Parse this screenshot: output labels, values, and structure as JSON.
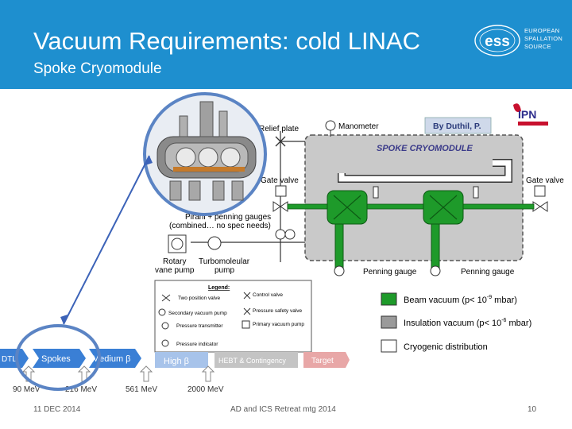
{
  "header": {
    "title": "Vacuum Requirements: cold LINAC",
    "subtitle": "Spoke Cryomodule",
    "logo": {
      "text_lines": [
        "EUROPEAN",
        "SPALLATION",
        "SOURCE"
      ],
      "mark": "ess"
    }
  },
  "diagram": {
    "credit": "By Duthil, P.",
    "ipn_logo": "IPN",
    "cryomodule_label": "SPOKE CRYOMODULE",
    "labels": {
      "relief_plate": "Relief plate",
      "manometer": "Manometer",
      "gate_valve_left": "Gate valve",
      "gate_valve_right": "Gate valve",
      "pirani_line1": "Pirani + penning gauges",
      "pirani_line2": "(combined… no spec needs)",
      "rotary_line1": "Rotary",
      "rotary_line2": "vane pump",
      "turbo_line1": "Turbomoleular",
      "turbo_line2": "pump",
      "penning_left": "Penning gauge",
      "penning_right": "Penning gauge"
    },
    "legend": {
      "title": "Legend:",
      "items": [
        "Two position valve",
        "Control valve",
        "Secondary vacuum pump",
        "Pressure safety valve",
        "Pressure transmitter",
        "Primary vacuum pump",
        "Pressure indicator"
      ]
    },
    "color_key": [
      {
        "label": "Beam vacuum (p< 10",
        "sup": "-9",
        "unit": " mbar)",
        "color": "#1e9a2a"
      },
      {
        "label": "Insulation vacuum (p< 10",
        "sup": "-6",
        "unit": " mbar)",
        "color": "#9a9a9a"
      },
      {
        "label": "Cryogenic distribution",
        "sup": "",
        "unit": "",
        "color": "#ffffff"
      }
    ],
    "linac": {
      "sections": [
        "DTL",
        "Spokes",
        "Medium β",
        "High β",
        "HEBT & Contingency",
        "Target"
      ],
      "energies": [
        "90 MeV",
        "216 MeV",
        "561 MeV",
        "2000 MeV"
      ]
    },
    "colors": {
      "beam": "#1e9a2a",
      "insulation": "#c8c8c8",
      "linac_blue": "#3a7fd5",
      "arrow_blue": "#3c63b8",
      "ring": "#5b84c4"
    }
  },
  "footer": {
    "date": "11 DEC 2014",
    "event": "AD and ICS Retreat mtg 2014",
    "page": "10"
  }
}
